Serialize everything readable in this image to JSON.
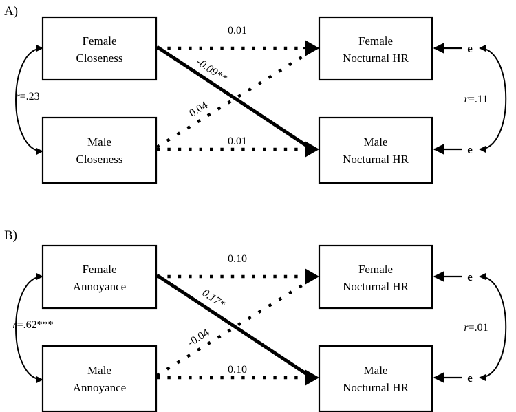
{
  "figure": {
    "type": "path-diagram",
    "background": "#ffffff",
    "stroke_color": "#000000",
    "panels": [
      {
        "id": "A",
        "label": "A)",
        "predictors": [
          {
            "name": "female-closeness",
            "line1": "Female",
            "line2": "Closeness"
          },
          {
            "name": "male-closeness",
            "line1": "Male",
            "line2": "Closeness"
          }
        ],
        "outcomes": [
          {
            "name": "female-nocturnal-hr",
            "line1": "Female",
            "line2": "Nocturnal HR"
          },
          {
            "name": "male-nocturnal-hr",
            "line1": "Male",
            "line2": "Nocturnal HR"
          }
        ],
        "predictor_correlation": {
          "prefix": "r",
          "value": "=.23",
          "full": "r=.23"
        },
        "error_correlation": {
          "prefix": "r",
          "value": "=.11",
          "full": "r=.11"
        },
        "error_terms": [
          {
            "name": "error-female",
            "label": "e"
          },
          {
            "name": "error-male",
            "label": "e"
          }
        ],
        "paths": [
          {
            "name": "actor-female",
            "from": "female-closeness",
            "to": "female-nocturnal-hr",
            "coef": "0.01",
            "style": "dotted",
            "significant": false
          },
          {
            "name": "actor-male",
            "from": "male-closeness",
            "to": "male-nocturnal-hr",
            "coef": "0.01",
            "style": "dotted",
            "significant": false
          },
          {
            "name": "partner-female-to-male",
            "from": "female-closeness",
            "to": "male-nocturnal-hr",
            "coef": "-0.09**",
            "style": "solid",
            "significant": true
          },
          {
            "name": "partner-male-to-female",
            "from": "male-closeness",
            "to": "female-nocturnal-hr",
            "coef": "0.04",
            "style": "dotted",
            "significant": false
          }
        ]
      },
      {
        "id": "B",
        "label": "B)",
        "predictors": [
          {
            "name": "female-annoyance",
            "line1": "Female",
            "line2": "Annoyance"
          },
          {
            "name": "male-annoyance",
            "line1": "Male",
            "line2": "Annoyance"
          }
        ],
        "outcomes": [
          {
            "name": "female-nocturnal-hr",
            "line1": "Female",
            "line2": "Nocturnal HR"
          },
          {
            "name": "male-nocturnal-hr",
            "line1": "Male",
            "line2": "Nocturnal HR"
          }
        ],
        "predictor_correlation": {
          "prefix": "r",
          "value": "=.62***",
          "full": "r=.62***"
        },
        "error_correlation": {
          "prefix": "r",
          "value": "=.01",
          "full": "r=.01"
        },
        "error_terms": [
          {
            "name": "error-female",
            "label": "e"
          },
          {
            "name": "error-male",
            "label": "e"
          }
        ],
        "paths": [
          {
            "name": "actor-female",
            "from": "female-annoyance",
            "to": "female-nocturnal-hr",
            "coef": "0.10",
            "style": "dotted",
            "significant": false
          },
          {
            "name": "actor-male",
            "from": "male-annoyance",
            "to": "male-nocturnal-hr",
            "coef": "0.10",
            "style": "dotted",
            "significant": false
          },
          {
            "name": "partner-female-to-male",
            "from": "female-annoyance",
            "to": "male-nocturnal-hr",
            "coef": "0.17*",
            "style": "solid",
            "significant": true
          },
          {
            "name": "partner-male-to-female",
            "from": "male-annoyance",
            "to": "female-nocturnal-hr",
            "coef": "-0.04",
            "style": "dotted",
            "significant": false
          }
        ]
      }
    ]
  }
}
